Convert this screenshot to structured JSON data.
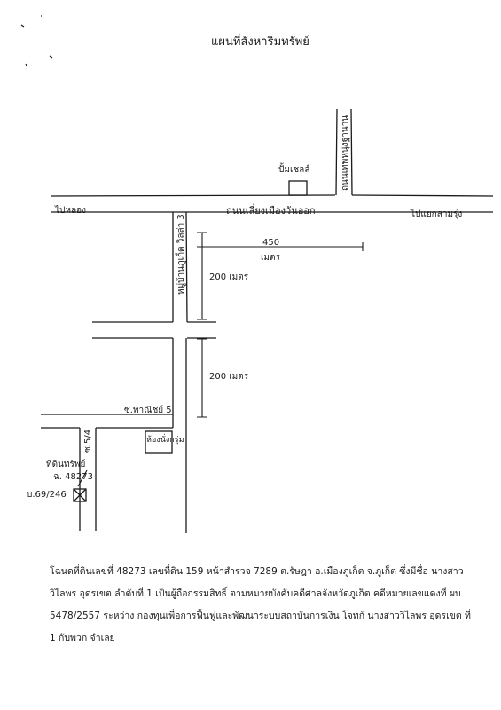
{
  "title": "แผนที่สังหาริมทรัพย์",
  "roads": {
    "main_road": "ถนนเลี่ยงเมืองวันออก",
    "to_left": "ไปหลอง",
    "to_right": "ไปแยกสามรุ่ง",
    "side_road_right": "ถนนเทพหนุ่งฐานาน",
    "soi_vertical": "หมู่บ้านภูเก็ต วิลล่า 3",
    "soi_lower": "ซ.พาณิชย์ 5",
    "soi_small": "ซ.5/4"
  },
  "landmarks": {
    "gas_station": "ปั้มเชลล์",
    "house": "ห้องนั่งกรุ่ม"
  },
  "distances": {
    "east": "450",
    "east_unit": "เมตร",
    "upper": "200 เมตร",
    "lower": "200 เมตร"
  },
  "property": {
    "label": "ที่ดินทรัพย์",
    "deed": "ฉ. 48273",
    "house_no": "บ.69/246"
  },
  "description": "โฉนดที่ดินเลขที่ 48273 เลขที่ดิน 159 หน้าสำรวจ 7289 ต.รัษฎา อ.เมืองภูเก็ต จ.ภูเก็ต ซึ่งมีชื่อ นางสาววิไลพร อุดรเขต ลำดับที่ 1 เป็นผู้ถือกรรมสิทธิ์ ตามหมายบังคับคดีศาลจังหวัดภูเก็ต คดีหมายเลขแดงที่ ผบ 5478/2557 ระหว่าง กองทุนเพื่อการฟื้นฟูและพัฒนาระบบสถาบันการเงิน โจทก์ นางสาววิไลพร อุดรเขต ที่ 1 กับพวก จำเลย",
  "colors": {
    "ink": "#1a1a1a",
    "paper": "#ffffff"
  }
}
